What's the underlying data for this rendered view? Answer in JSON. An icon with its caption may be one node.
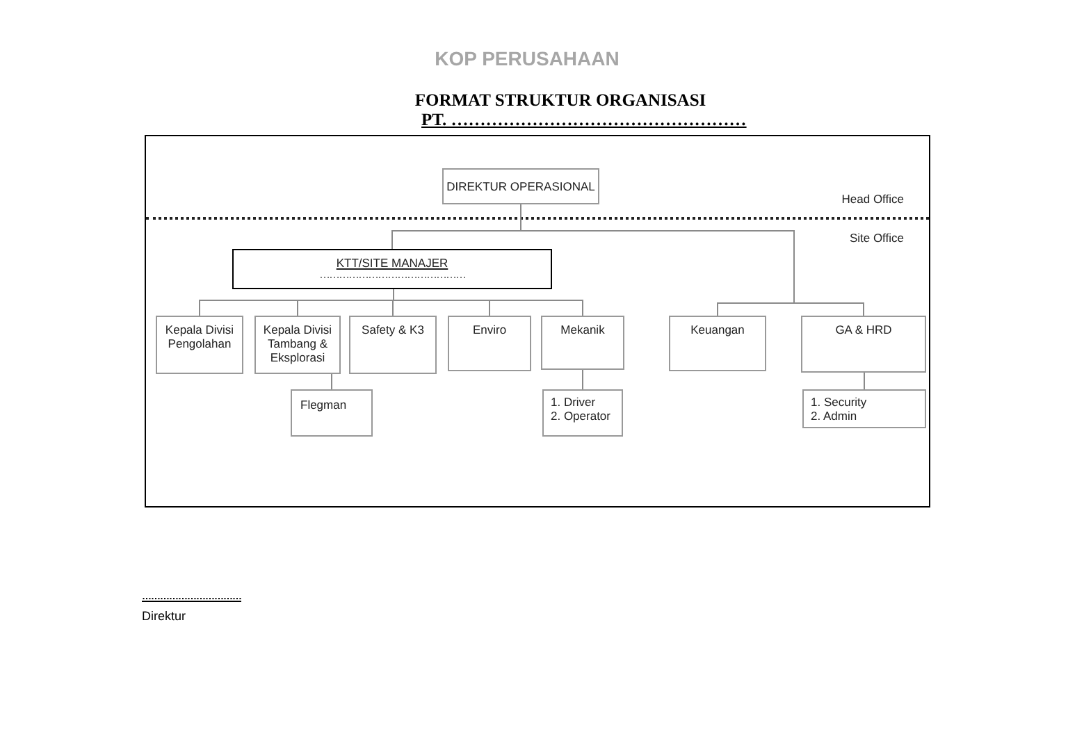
{
  "diagram": {
    "title": "FORMAT STRUKTUR ORGANISASI",
    "nodes": [
      {
        "text": [
          "Head Office",
          "Site Office"
        ]
      },
      {
        "text": [
          "DIREKTUR OPERASIONAL"
        ],
        "in": 0
      },
      {
        "text": [
          "KTT/SITE MANAJER",
          "………………………………………"
        ],
        "in": 0
      },
      {
        "text": [
          "Kepala Divisi Pengolahan"
        ],
        "in": 0
      },
      {
        "text": [
          "Kepala Divisi Tambang & Eksplorasi"
        ],
        "in": 0
      },
      {
        "text": [
          "Safety & K3"
        ],
        "in": 0
      },
      {
        "text": [
          "Enviro"
        ],
        "in": 0
      },
      {
        "text": [
          "Mekanik"
        ],
        "in": 0
      },
      {
        "text": [
          "Keuangan"
        ],
        "in": 0
      },
      {
        "text": [
          "GA & HRD"
        ],
        "in": 0
      },
      {
        "text": [
          "Flegman"
        ],
        "in": 0
      },
      {
        "text": [
          "1. Driver",
          "2. Operator"
        ],
        "in": 0
      },
      {
        "text": [
          "1. Security",
          "2. Admin"
        ],
        "in": 0
      }
    ],
    "edges": [
      {
        "from": 1,
        "to": 2,
        "arrow": "none"
      },
      {
        "from": 1,
        "to": 8,
        "arrow": "none"
      },
      {
        "from": 1,
        "to": 9,
        "arrow": "none"
      },
      {
        "from": 2,
        "to": 3,
        "arrow": "none"
      },
      {
        "from": 2,
        "to": 4,
        "arrow": "none"
      },
      {
        "from": 2,
        "to": 5,
        "arrow": "none"
      },
      {
        "from": 2,
        "to": 6,
        "arrow": "none"
      },
      {
        "from": 2,
        "to": 7,
        "arrow": "none"
      },
      {
        "from": 4,
        "to": 10,
        "arrow": "none"
      },
      {
        "from": 7,
        "to": 11,
        "arrow": "none"
      },
      {
        "from": 9,
        "to": 12,
        "arrow": "none"
      }
    ],
    "labels": [
      "KOP PERUSAHAAN",
      "PT. ……………………………………………",
      "……………………………",
      "Direktur"
    ]
  }
}
